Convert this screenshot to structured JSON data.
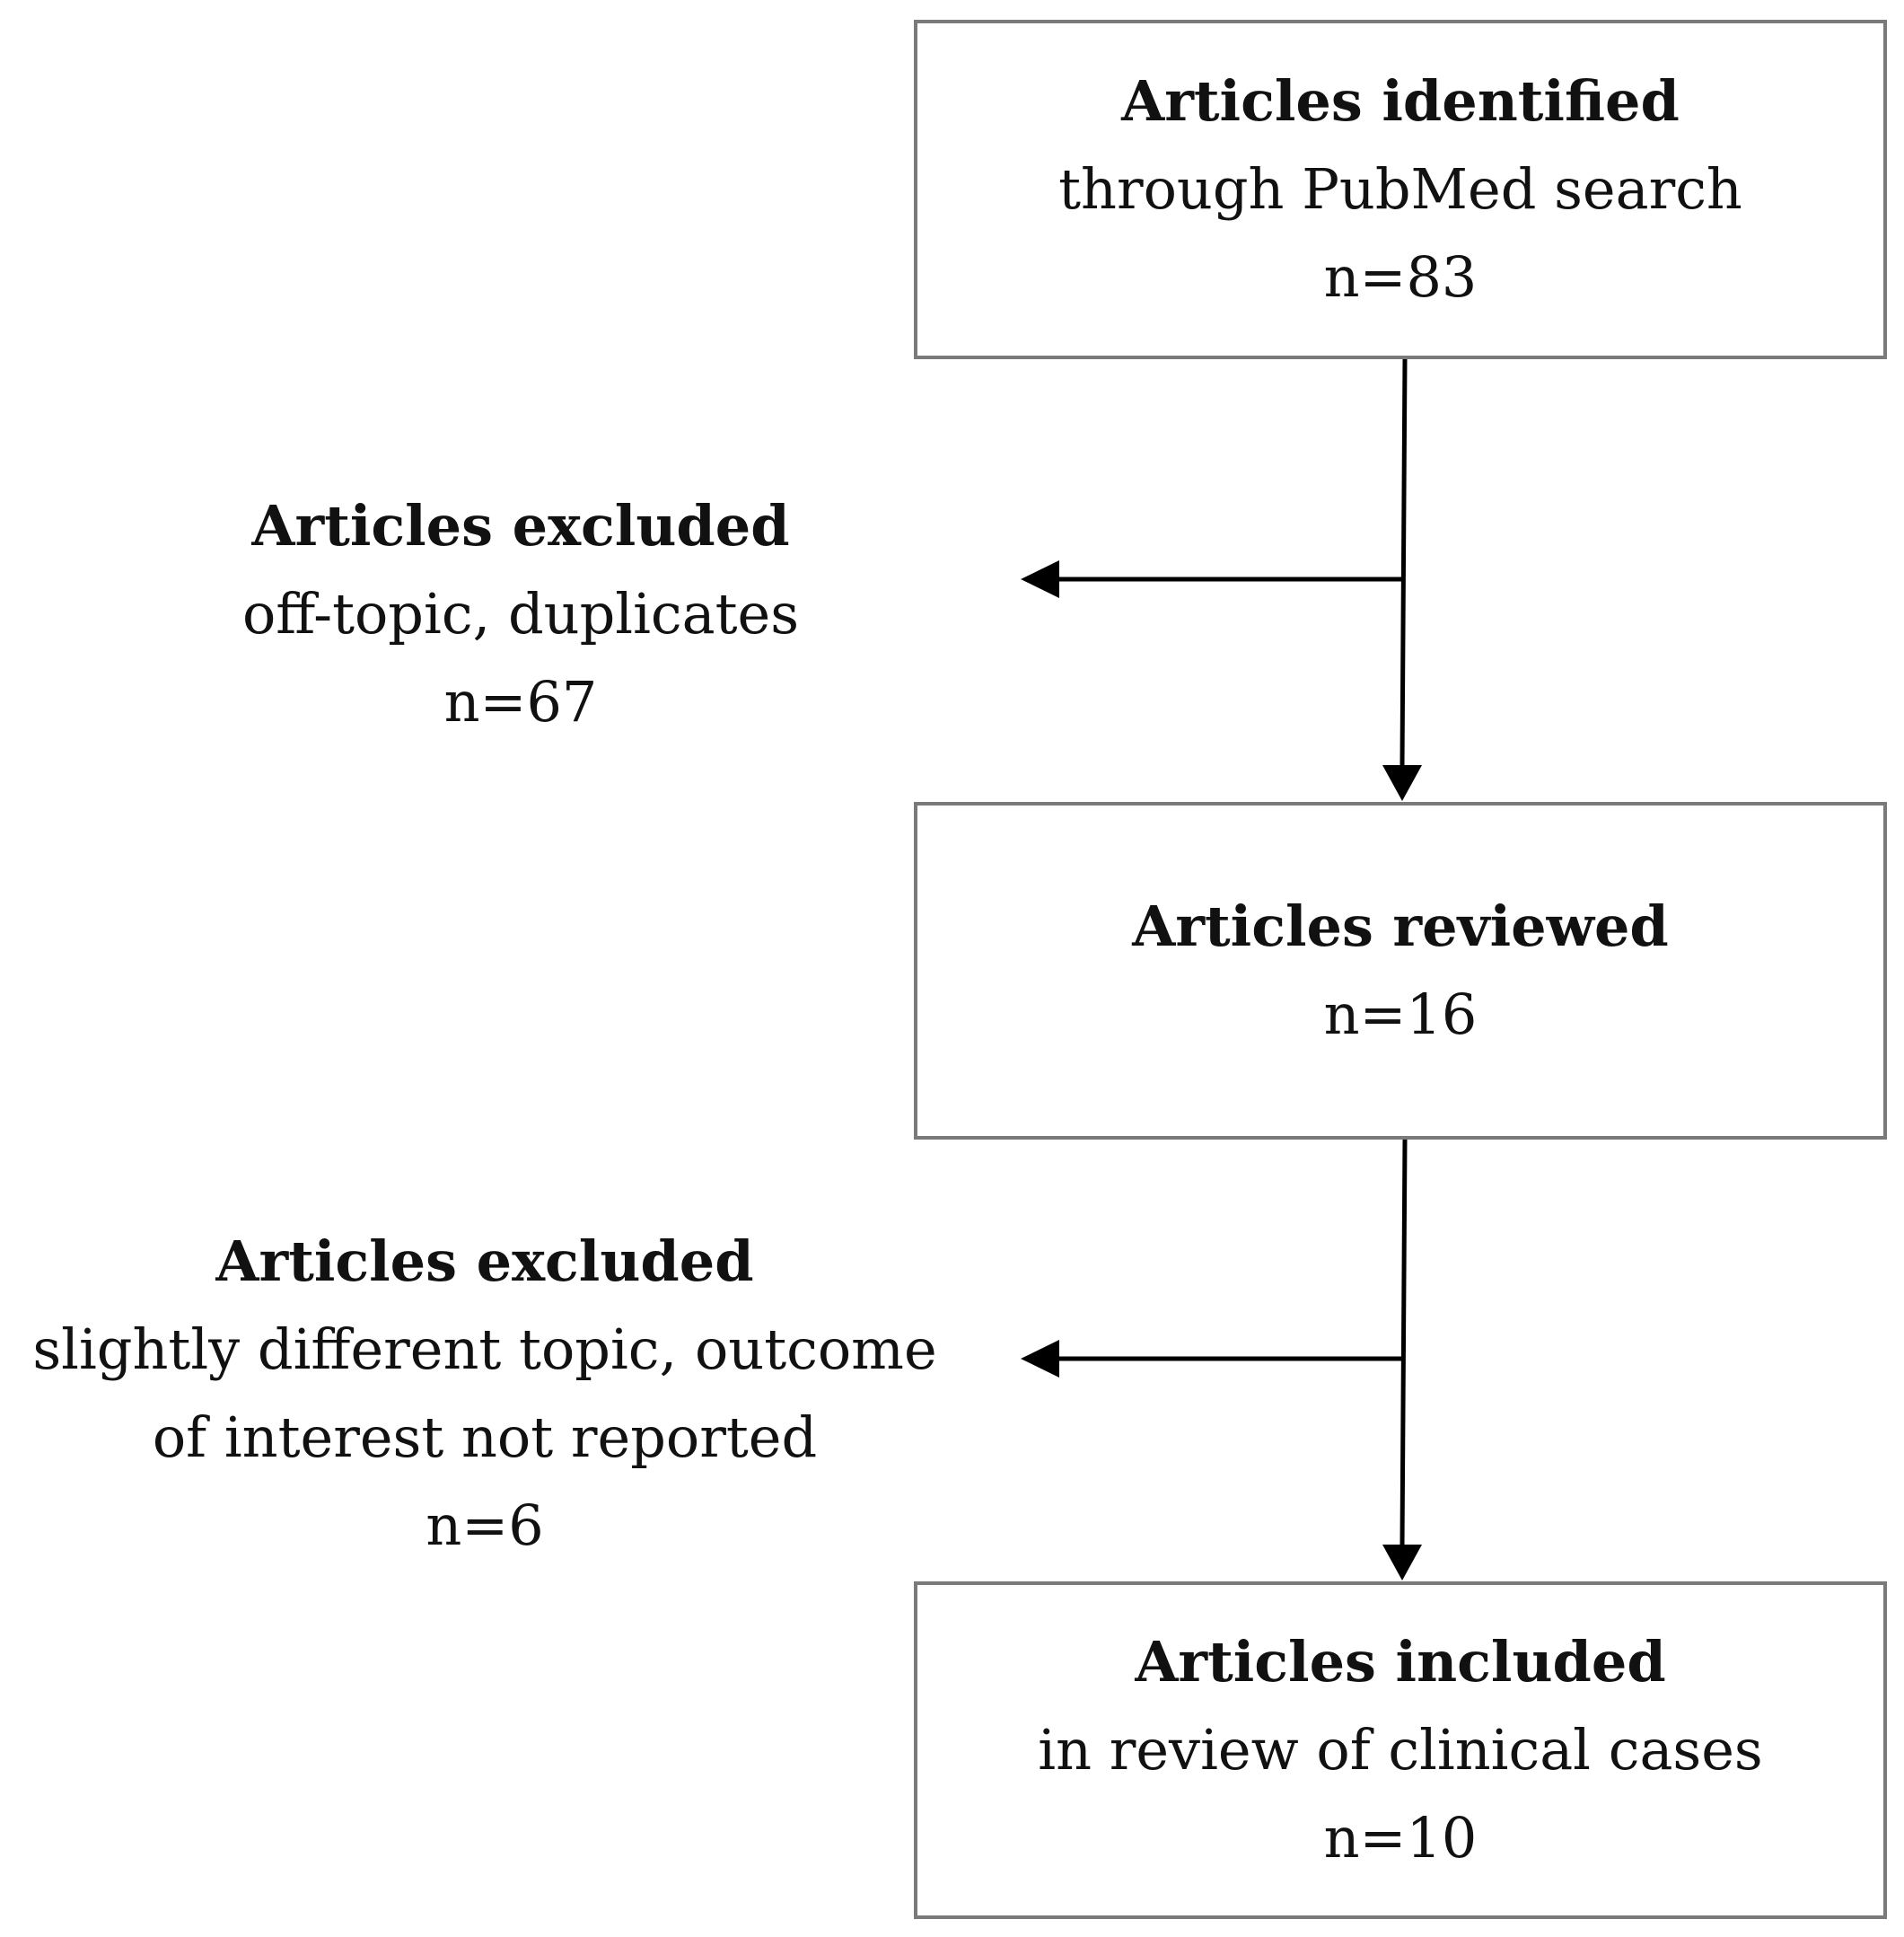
{
  "nodes": {
    "identified": {
      "title": "Articles identified",
      "detail": "through PubMed search",
      "count": "n=83"
    },
    "reviewed": {
      "title": "Articles reviewed",
      "count": "n=16"
    },
    "included": {
      "title": "Articles included",
      "detail": "in review of clinical cases",
      "count": "n=10"
    }
  },
  "exclusions": {
    "first": {
      "title": "Articles excluded",
      "detail": "off-topic, duplicates",
      "count": "n=67"
    },
    "second": {
      "title": "Articles excluded",
      "detail_line1": "slightly different topic, outcome",
      "detail_line2": "of interest not reported",
      "count": "n=6"
    }
  },
  "colors": {
    "box_border": "#7a7a7a",
    "arrow": "#000000",
    "text": "#111111"
  }
}
